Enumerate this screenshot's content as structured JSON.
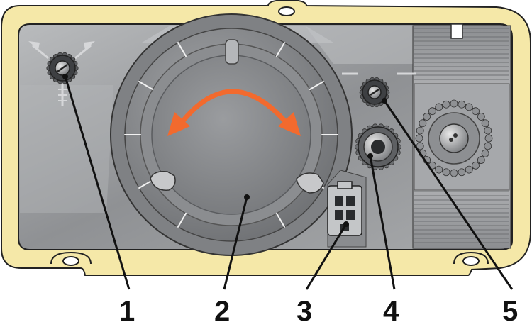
{
  "callouts": [
    {
      "label": "1"
    },
    {
      "label": "2"
    },
    {
      "label": "3"
    },
    {
      "label": "4"
    },
    {
      "label": "5"
    }
  ],
  "parts": {
    "adjust_screw_left": {
      "icon": "slotted-screw-icon"
    },
    "main_dial": {
      "icon": "rotary-dial-icon",
      "rotation": "both-directions"
    },
    "connector": {
      "icon": "4-pin-connector-icon"
    },
    "round_plug": {
      "icon": "round-plug-icon"
    },
    "adjust_screw_right": {
      "icon": "slotted-screw-icon"
    },
    "knurled_knob": {
      "icon": "knurled-knob-icon"
    }
  },
  "colors": {
    "housing_fill": "#f5e8a8",
    "housing_stroke": "#222222",
    "panel_gray": "#9ea0a2",
    "dial_arrow": "#f26a2e",
    "leader": "#111111"
  }
}
